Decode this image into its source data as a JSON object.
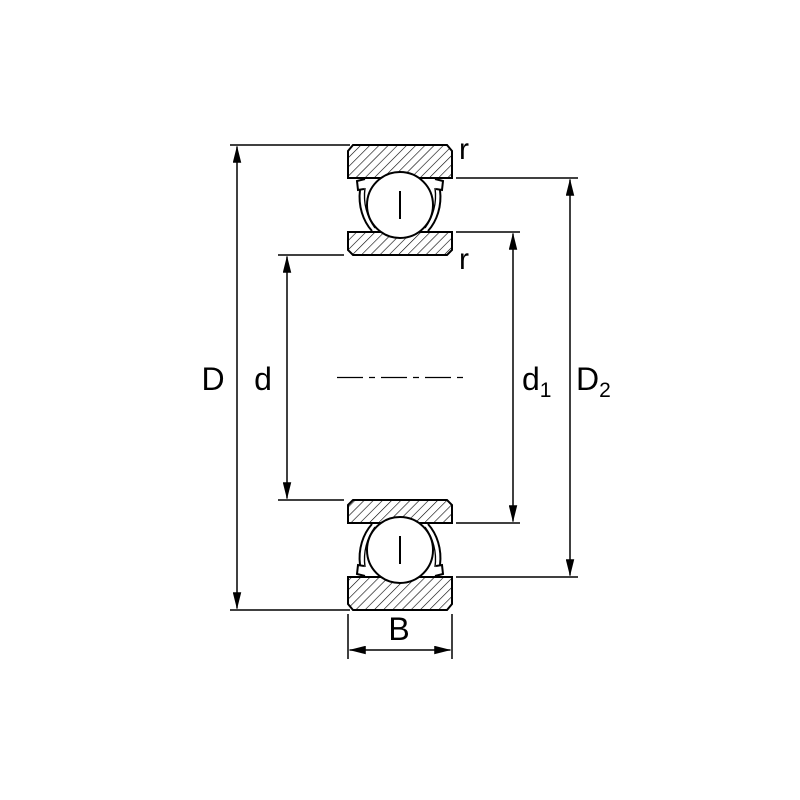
{
  "figure": {
    "colors": {
      "line": "#000000",
      "background": "#ffffff"
    },
    "labels": {
      "outer_diameter": "D",
      "bore_diameter": "d",
      "shoulder_diameter_base": "d",
      "shoulder_diameter_sub": "1",
      "recess_diameter_base": "D",
      "recess_diameter_sub": "2",
      "width": "B",
      "fillet_radius_outer": "r",
      "fillet_radius_inner": "r"
    }
  }
}
